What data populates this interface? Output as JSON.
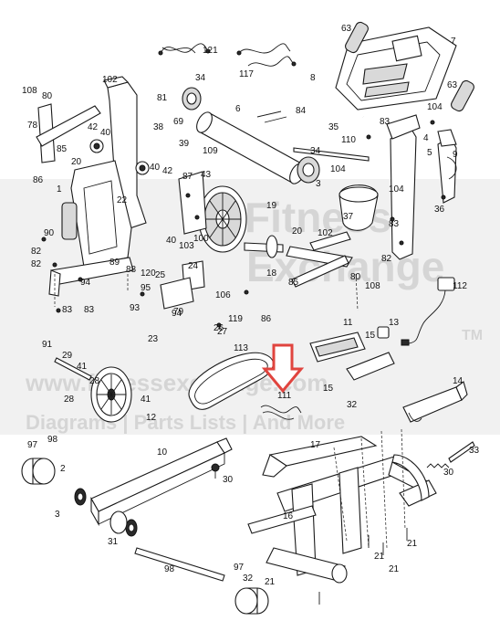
{
  "watermark": {
    "brand_line1": "Fitness",
    "brand_line2": "Exchange",
    "tm": "TM",
    "url": "www.fitnessexchange.com",
    "tagline": "Diagrams | Parts Lists | And More"
  },
  "colors": {
    "highlight_arrow": "#e0443e",
    "watermark": "#cfcfcf",
    "line": "#1a1a1a"
  },
  "callouts": [
    "121",
    "63",
    "7",
    "117",
    "108",
    "102",
    "80",
    "78",
    "85",
    "20",
    "42",
    "40",
    "81",
    "34",
    "6",
    "84",
    "8",
    "104",
    "35",
    "83",
    "63",
    "110",
    "4",
    "5",
    "9",
    "86",
    "38",
    "69",
    "39",
    "109",
    "40",
    "42",
    "87",
    "43",
    "34",
    "104",
    "3",
    "1",
    "22",
    "19",
    "37",
    "36",
    "90",
    "100",
    "102",
    "104",
    "83",
    "82",
    "40",
    "103",
    "20",
    "80",
    "108",
    "82",
    "89",
    "88",
    "120",
    "94",
    "83",
    "83",
    "24",
    "25",
    "106",
    "18",
    "85",
    "82",
    "86",
    "112",
    "93",
    "95",
    "94",
    "27",
    "119",
    "28",
    "23",
    "79",
    "26",
    "113",
    "111",
    "11",
    "13",
    "15",
    "15",
    "91",
    "29",
    "41",
    "28",
    "41",
    "12",
    "14",
    "32",
    "97",
    "98",
    "2",
    "10",
    "17",
    "33",
    "30",
    "3",
    "16",
    "30",
    "31",
    "98",
    "97",
    "32",
    "21",
    "21",
    "21",
    "21"
  ]
}
